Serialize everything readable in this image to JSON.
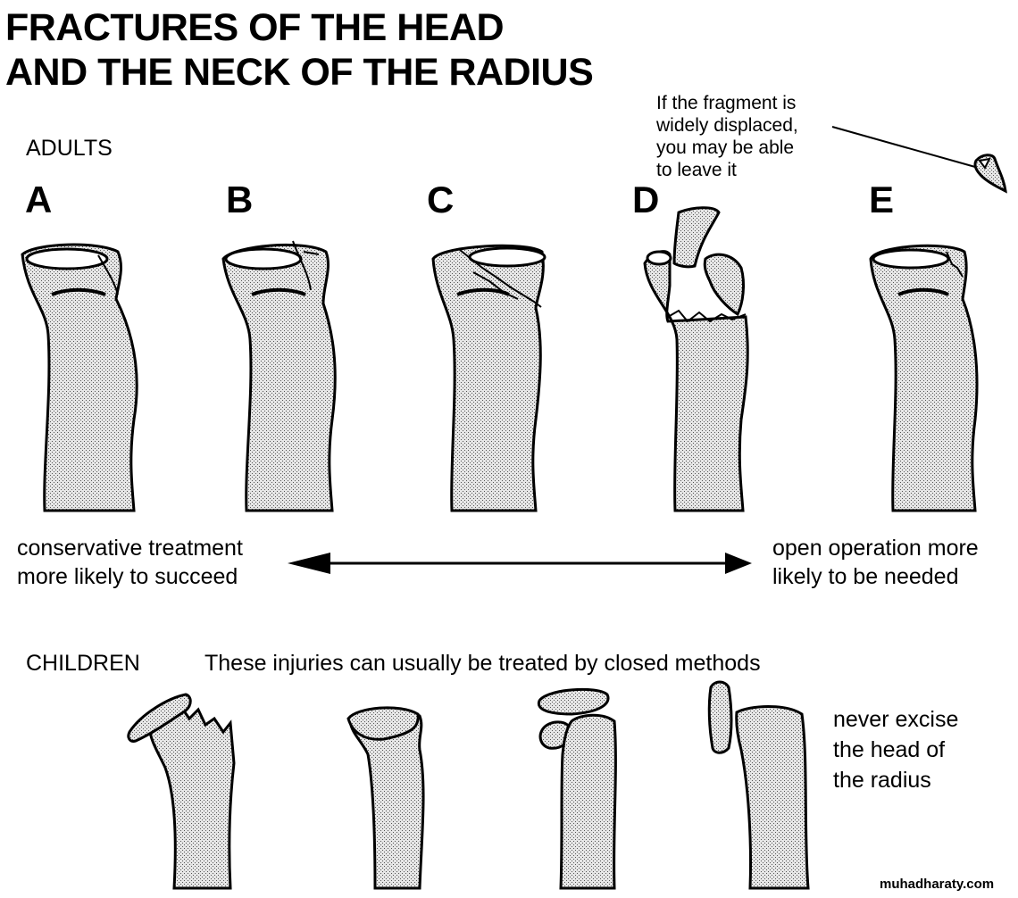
{
  "title": {
    "line1": "FRACTURES OF THE HEAD",
    "line2": "AND THE NECK OF THE RADIUS"
  },
  "adults": {
    "label": "ADULTS",
    "letters": [
      "A",
      "B",
      "C",
      "D",
      "E"
    ]
  },
  "fragment_note": [
    "If the fragment is",
    "widely displaced,",
    "you may be able",
    "to leave it"
  ],
  "scale": {
    "left": [
      "conservative treatment",
      "more likely to succeed"
    ],
    "right": [
      "open operation more",
      "likely to be needed"
    ]
  },
  "children": {
    "label": "CHILDREN",
    "caption": "These injuries can usually be treated by closed methods",
    "note": [
      "never excise",
      "the head of",
      "the radius"
    ]
  },
  "watermark": "muhadharaty.com",
  "colors": {
    "ink": "#000000",
    "bone_fill": "#c9c9c9",
    "background": "#ffffff"
  }
}
